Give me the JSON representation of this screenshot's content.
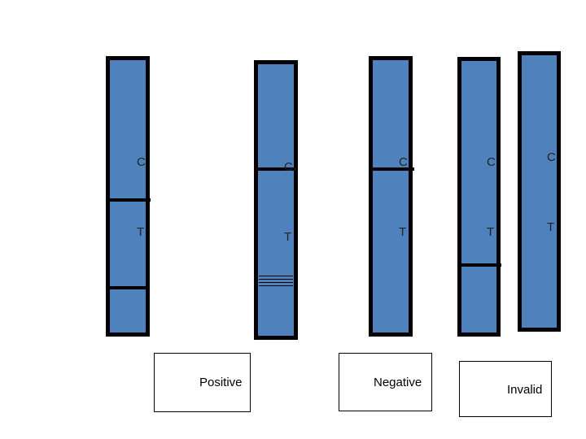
{
  "colors": {
    "strip_fill": "#4f81bd",
    "strip_border": "#000000"
  },
  "strips": [
    {
      "c_marker": "C",
      "t_marker": "T"
    },
    {
      "c_marker": "C",
      "t_marker": "T"
    },
    {
      "c_marker": "C",
      "t_marker": "T"
    },
    {
      "c_marker": "C",
      "t_marker": "T"
    },
    {
      "c_marker": "C",
      "t_marker": "T"
    }
  ],
  "results": {
    "positive": "Positive",
    "negative": "Negative",
    "invalid": "Invalid"
  }
}
